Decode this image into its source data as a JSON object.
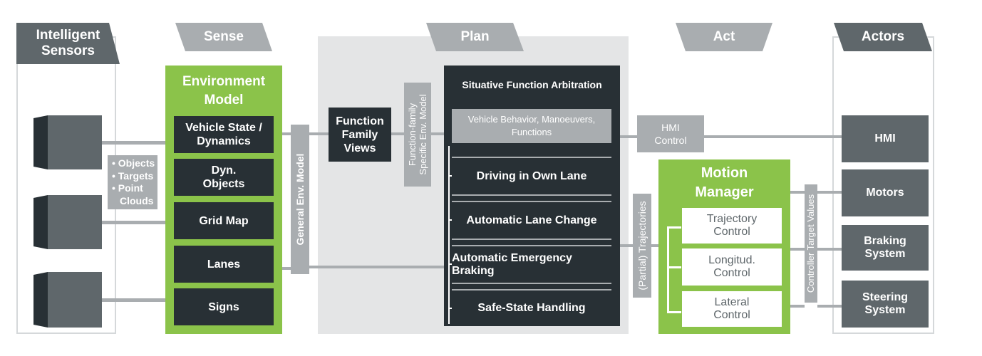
{
  "colors": {
    "dark": "#283035",
    "gray": "#5f676b",
    "light_gray": "#a9adb0",
    "panel": "#e4e5e6",
    "green": "#8bc34a",
    "outline": "#d5d8da"
  },
  "headers": {
    "intelligent_sensors": [
      "Intelligent",
      "Sensors"
    ],
    "sense": "Sense",
    "plan": "Plan",
    "act": "Act",
    "actors": "Actors"
  },
  "sensors": {
    "bullets": [
      "• Objects",
      "• Targets",
      "• Point",
      "Clouds"
    ]
  },
  "environment_model": {
    "title": [
      "Environment",
      "Model"
    ],
    "items": [
      [
        "Vehicle State /",
        "Dynamics"
      ],
      [
        "Dyn.",
        "Objects"
      ],
      [
        "Grid Map"
      ],
      [
        "Lanes"
      ],
      [
        "Signs"
      ]
    ]
  },
  "general_env_model": "General Env. Model",
  "function_family_views": [
    "Function",
    "Family",
    "Views"
  ],
  "function_family_env": [
    "Function-family",
    "Specific Env. Model"
  ],
  "arbitration": {
    "title": "Situative Function Arbitration",
    "behavior": [
      "Vehicle Behavior, Manoeuvers,",
      "Functions"
    ],
    "functions": [
      "Driving in Own Lane",
      "Automatic Lane Change",
      "Automatic Emergency Braking",
      "Safe-State Handling"
    ]
  },
  "hmi_control": [
    "HMI",
    "Control"
  ],
  "partial_trajectories": "(Partial) Trajectories",
  "motion_manager": {
    "title": [
      "Motion",
      "Manager"
    ],
    "items": [
      [
        "Trajectory",
        "Control"
      ],
      [
        "Longitud.",
        "Control"
      ],
      [
        "Lateral",
        "Control"
      ]
    ]
  },
  "controller_target_values": "Controller Target Values",
  "actors": [
    [
      "HMI"
    ],
    [
      "Motors"
    ],
    [
      "Braking",
      "System"
    ],
    [
      "Steering",
      "System"
    ]
  ]
}
